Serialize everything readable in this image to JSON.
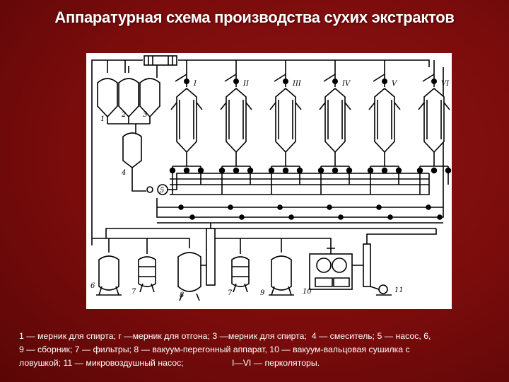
{
  "slide": {
    "title": "Аппаратурная схема производства сухих экстрактов",
    "colors": {
      "background": "#7a0c0c",
      "panel": "#ffffff",
      "ink": "#000000",
      "text": "#ffffff"
    }
  },
  "diagram": {
    "percolator_labels": [
      "I",
      "II",
      "III",
      "IV",
      "V",
      "VI"
    ],
    "equipment_labels": {
      "measurer_1": "1",
      "measurer_2": "2",
      "measurer_3": "3",
      "mixer": "4",
      "pump": "5",
      "collector_6": "6",
      "filter_7a": "7",
      "vacuum_apparatus": "8",
      "filter_7b": "7",
      "collector_9": "9",
      "vacuum_dryer": "10",
      "air_pump": "11"
    }
  },
  "caption": {
    "line1": "1 — мерник для спирта; г —мерник для отгона; 3 —мерник для спирта;  4 — смеситель; 5 — насос, 6,",
    "line2": "9 — сборник; 7 — фильтры; 8 — вакуум-перегонный аппарат, 10 — вакуум-вальцовая сушилка с",
    "line3": "ловушкой; 11 — микровоздушный насос;                    I—VI — перколяторы."
  }
}
